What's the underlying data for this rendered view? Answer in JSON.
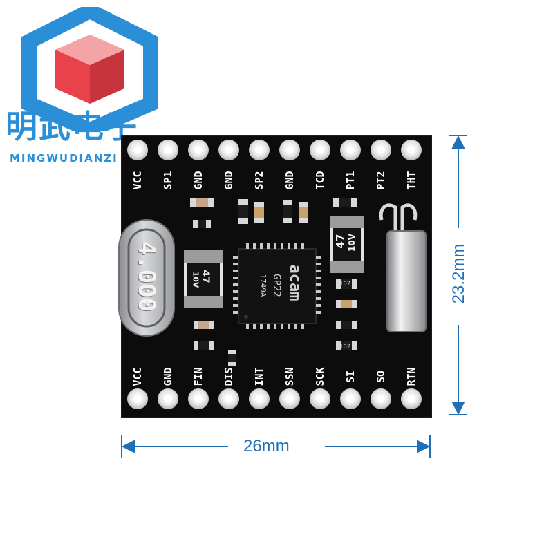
{
  "brand": {
    "name_cn": "明武电子",
    "name_en": "MINGWUDIANZI",
    "colors": {
      "frame": "#2a8fd6",
      "cube_top": "#f4a3a6",
      "cube_front": "#e8434a",
      "cube_side": "#c8343b"
    }
  },
  "board": {
    "color": "#0c0c0d",
    "top_pins": [
      "VCC",
      "SP1",
      "GND",
      "GND",
      "SP2",
      "GND",
      "TCD",
      "PT1",
      "PT2",
      "THT"
    ],
    "bottom_pins": [
      "VCC",
      "GND",
      "FIN",
      "DIS",
      "INT",
      "SSN",
      "SCK",
      "SI",
      "SO",
      "RTN"
    ],
    "chip": {
      "logo": "acam",
      "model": "GP22",
      "code": "1749A"
    },
    "capacitor_left": {
      "value": "47",
      "voltage": "10V"
    },
    "capacitor_right": {
      "value": "47",
      "voltage": "10V"
    },
    "crystal_marking": "4.000",
    "resistor_markings": [
      "102",
      "102"
    ]
  },
  "dimensions": {
    "width_label": "26mm",
    "height_label": "23.2mm",
    "line_color": "#1f6fb8"
  }
}
